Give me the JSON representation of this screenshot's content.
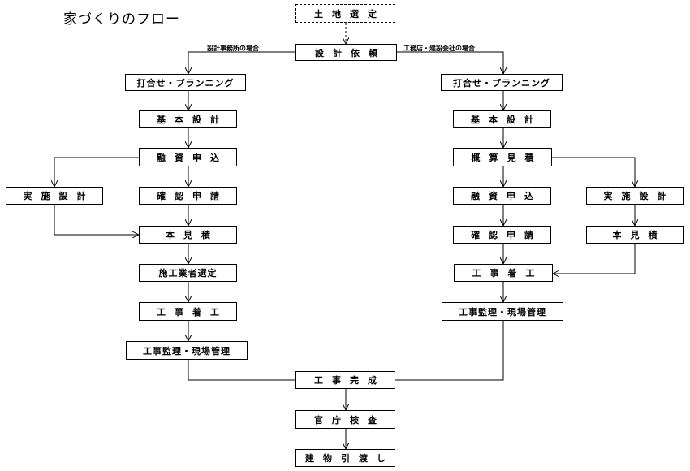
{
  "title": "家づくりのフロー",
  "branches": {
    "left": "設計事務所の場合",
    "right": "工務店・建設会社の場合"
  },
  "nodes": {
    "land": "土地選定",
    "request": "設計依頼",
    "l_plan": "打合せ・プランニング",
    "l_basic": "基本設計",
    "l_loan": "融資申込",
    "l_detail": "実施設計",
    "l_confirm": "確認申請",
    "l_estimate": "本見積",
    "l_select": "施工業者選定",
    "l_start": "工事着工",
    "l_supervise": "工事監理・現場管理",
    "r_plan": "打合せ・プランニング",
    "r_basic": "基本設計",
    "r_rough": "概算見積",
    "r_loan": "融資申込",
    "r_confirm": "確認申請",
    "r_detail": "実施設計",
    "r_estimate": "本見積",
    "r_start": "工事着工",
    "r_supervise": "工事監理・現場管理",
    "complete": "工事完成",
    "inspection": "官庁検査",
    "handover": "建物引渡し"
  }
}
